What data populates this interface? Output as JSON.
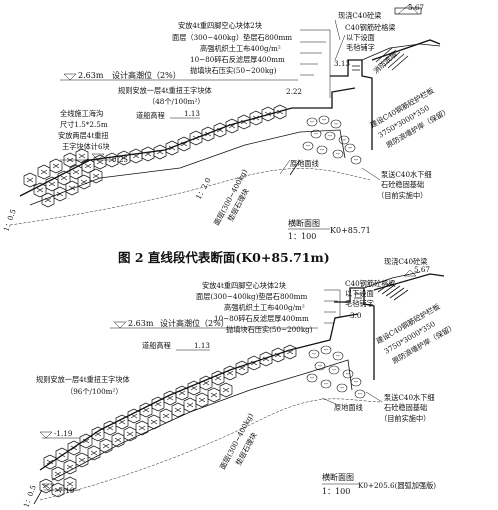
{
  "fig1": {
    "labels": {
      "top_elev": "5.67",
      "cast_c40_wall": "现浇C40砼梁",
      "c40_base": "C40钢筋砼格梁",
      "set_below": "以下设面",
      "felt_wrap": "毛毡铺字",
      "left_above_water": "2.63m",
      "design_tide": "设计高潮位（2%）",
      "tetrapod_2": "安放4t重四脚空心块体2块",
      "bedding_800": "面层（300~400kg）垫层石800mm",
      "geotextile": "高强机织土工布400g/m²",
      "gravel_filter": "10~80碎石反滤层厚400mm",
      "riprap": "抛填块石压实(50~200kg)",
      "e313": "3.13",
      "e222": "2.22",
      "wave_wall": "消防浪墙",
      "rule_one_layer": "规则安放一层4t重扭王字块体",
      "density48": "（48个/100m²）",
      "berm_elev": "道船高程",
      "e113": "1.13",
      "full_construction": "全线施工海沟",
      "size_note": "尺寸1.5*2.5m",
      "two_layers": "安放两层4t重扭",
      "count6": "王字块体计6块",
      "e025": "0.25",
      "ground_line": "原地面线",
      "slope_20": "1：2.0",
      "bedding_300": "垫层石理块",
      "face_300": "面层(300~400kg)",
      "slope_15": "1：0.5",
      "existing_rebuild": "建设C40钢筋砼护栏板",
      "size_375": "3750*3000*350",
      "existing_protect": "原防浪墙护岸（保留）",
      "pump_c40": "泵送C40水下细",
      "gravel_foundation": "石砼稳固基础",
      "in_progress": "（目前实施中）",
      "section_name": "横断面图",
      "scale": "1：100",
      "mileage": "K0+85.71"
    },
    "caption": "图 2  直线段代表断面(K0+85.71m)"
  },
  "fig2": {
    "labels": {
      "cast_c40_wall": "现浇C40砼梁",
      "top_elev": "5.67",
      "tetrapod_2": "安放4t重四脚空心块体2块",
      "bedding_800": "面层(300~400kg)垫层石800mm",
      "geotextile": "高强机织土工布400g/m²",
      "gravel_filter": "10~80碎石反滤层厚400mm",
      "riprap": "抛填块石压实(50~200kg)",
      "c40_base": "C40钢筋砼格梁",
      "set_below": "以下设面",
      "felt_wrap": "毛毡铺字",
      "left_above_water": "2.63m",
      "design_tide": "设计高潮位（2%）",
      "e30": "3.0",
      "berm_elev": "道船高程",
      "e113": "1.13",
      "existing_rebuild": "建设C40钢筋砼护栏板",
      "size_375": "3750*3000*350",
      "existing_protect": "原防浪墙护岸（保留）",
      "rule_one_layer": "规则安放一层4t重扭王字块体",
      "density96": "（96个/100m²）",
      "ground_line": "原地面线",
      "pump_c40": "泵送C40水下细",
      "gravel_foundation": "石砼稳固基础",
      "in_progress": "（目前实施中）",
      "e119": "-1.19",
      "face_300": "面层(300~400kg)",
      "bedding_300": "垫层石理块",
      "e719": "-7.19",
      "slope_15": "1：0.5",
      "section_name": "横断面图",
      "scale": "1：100",
      "mileage": "K0+205.6(圆弧加强版)"
    }
  }
}
